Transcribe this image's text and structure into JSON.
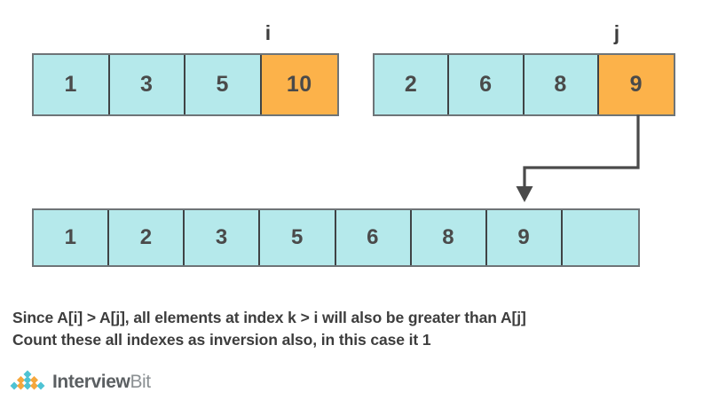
{
  "colors": {
    "cell_fill": "#b5e9eb",
    "cell_highlight": "#fcb24a",
    "cell_border": "#3f4345",
    "outline": "#6e7477",
    "text": "#4a4a4a",
    "arrow": "#4a4a4a",
    "logo_teal": "#4ec3d4",
    "logo_orange": "#f5a73c",
    "logo_text": "#5b5f62",
    "logo_text_light": "#8b9093"
  },
  "arrays": {
    "left": {
      "name": "left-subarray",
      "cells": [
        {
          "value": "1",
          "highlighted": false
        },
        {
          "value": "3",
          "highlighted": false
        },
        {
          "value": "5",
          "highlighted": false
        },
        {
          "value": "10",
          "highlighted": true
        }
      ]
    },
    "right": {
      "name": "right-subarray",
      "cells": [
        {
          "value": "2",
          "highlighted": false
        },
        {
          "value": "6",
          "highlighted": false
        },
        {
          "value": "8",
          "highlighted": false
        },
        {
          "value": "9",
          "highlighted": true
        }
      ]
    },
    "merged": {
      "name": "merged-array",
      "cells": [
        {
          "value": "1",
          "highlighted": false
        },
        {
          "value": "2",
          "highlighted": false
        },
        {
          "value": "3",
          "highlighted": false
        },
        {
          "value": "5",
          "highlighted": false
        },
        {
          "value": "6",
          "highlighted": false
        },
        {
          "value": "8",
          "highlighted": false
        },
        {
          "value": "9",
          "highlighted": false
        },
        {
          "value": "",
          "highlighted": false
        }
      ]
    }
  },
  "pointers": {
    "i": "i",
    "j": "j"
  },
  "caption": {
    "line1": "Since A[i] > A[j], all elements at index k > i will also be greater than A[j]",
    "line2": "Count these all indexes as inversion also, in this case it 1"
  },
  "logo": {
    "name_bold": "Interview",
    "name_light": "Bit"
  }
}
